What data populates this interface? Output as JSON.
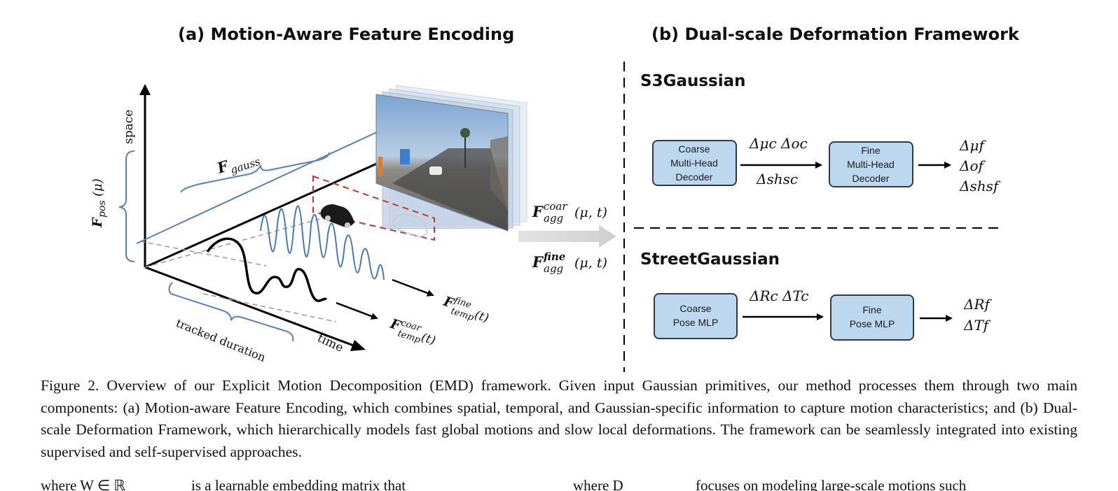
{
  "panels": {
    "a_title": "(a) Motion-Aware Feature Encoding",
    "b_title": "(b) Dual-scale Deformation Framework"
  },
  "encoding": {
    "axis_space": "space",
    "axis_time": "time",
    "tracked_duration": "tracked duration",
    "f_gauss": "F",
    "f_gauss_sub": "gauss",
    "f_pos": "F",
    "f_pos_sub": "pos",
    "f_pos_arg": "(μ)",
    "f_agg_coar_sup": "coar",
    "f_agg_fine_sup": "fine",
    "f_agg_sub": "agg",
    "f_agg_arg": "(μ, t)",
    "f_temp_fine_sup": "fine",
    "f_temp_coar_sup": "coar",
    "f_temp_sub": "temp",
    "f_temp_arg": "(t)",
    "F": "F"
  },
  "s3gaussian": {
    "title": "S3Gaussian",
    "coarse_box": [
      "Coarse",
      "Multi-Head",
      "Decoder"
    ],
    "fine_box": [
      "Fine",
      "Multi-Head",
      "Decoder"
    ],
    "mid_top": "Δμc  Δoc",
    "mid_bottom": "Δshsc",
    "out": [
      "Δμf",
      "Δof",
      "Δshsf"
    ]
  },
  "streetgaussian": {
    "title": "StreetGaussian",
    "coarse_box": [
      "Coarse",
      "Pose MLP"
    ],
    "fine_box": [
      "Fine",
      "Pose MLP"
    ],
    "mid_top": "ΔRc  ΔTc",
    "out": [
      "ΔRf",
      "ΔTf"
    ]
  },
  "caption": "Figure 2. Overview of our Explicit Motion Decomposition (EMD) framework. Given input Gaussian primitives, our method processes them through two main components: (a) Motion-aware Feature Encoding, which combines spatial, temporal, and Gaussian-specific information to capture motion characteristics; and (b) Dual-scale Deformation Framework, which hierarchically models fast global motions and slow local deformations. The framework can be seamlessly integrated into existing supervised and self-supervised approaches.",
  "next_text": {
    "left": "where W ∈ ℝ",
    "left_rest": "is a learnable embedding matrix that",
    "right": "where D",
    "right_rest": "focuses on modeling large-scale motions such"
  },
  "colors": {
    "box_fill": "#bdd7ee",
    "box_stroke": "#2f3b4a",
    "wave_blue": "#4a78b5",
    "dash_red": "#c0392b"
  }
}
